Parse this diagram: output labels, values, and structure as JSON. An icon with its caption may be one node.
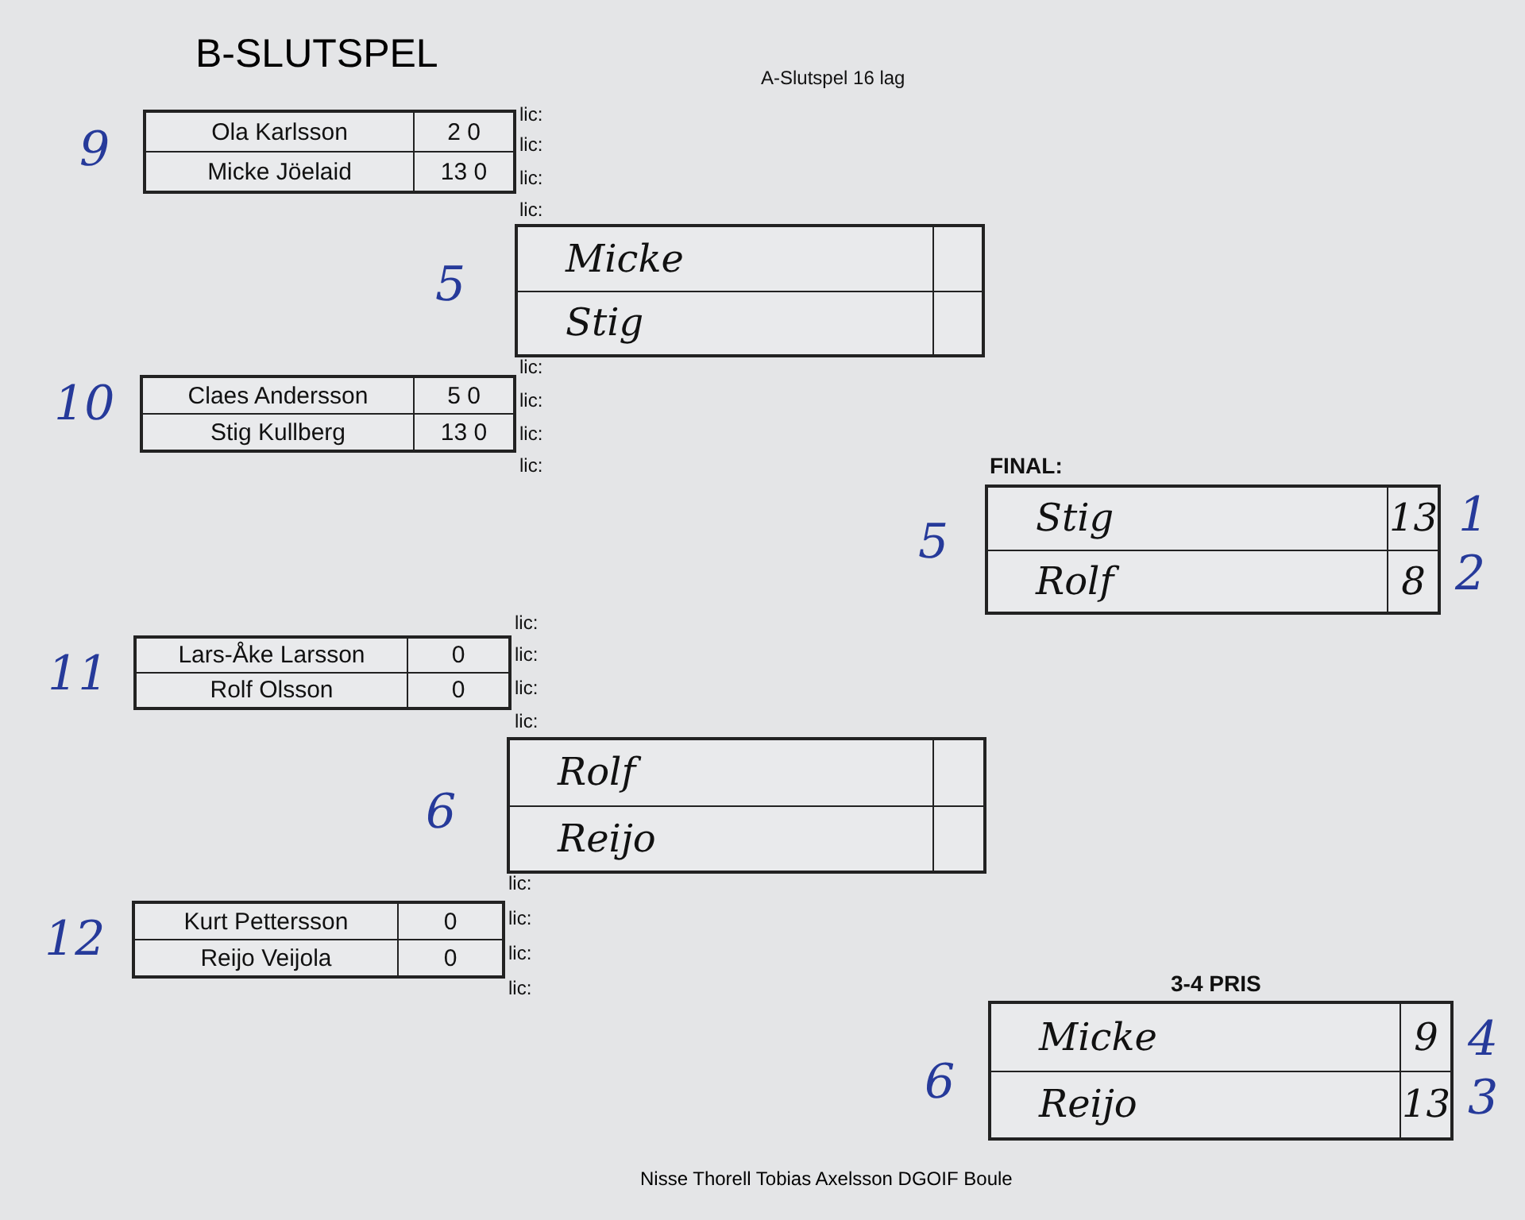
{
  "diagram": {
    "title": "B-SLUTSPEL",
    "caption": "Nisse Thorell Tobias Axelsson DGOIF Boule",
    "nodes": [
      {
        "text": [
          "Ola Karlsson",
          "2 0",
          "Micke Jöelaid",
          "13 0"
        ],
        "beside": [
          "9"
        ]
      },
      {
        "text": [
          "Micke",
          "Stig"
        ],
        "beside": [
          "5"
        ]
      },
      {
        "text": [
          "Claes Andersson",
          "5 0",
          "Stig Kullberg",
          "13 0"
        ],
        "beside": [
          "10"
        ]
      },
      {
        "text": [
          "FINAL:",
          "Stig",
          "13",
          "Rolf",
          "8"
        ],
        "beside": [
          "5",
          "1",
          "2"
        ]
      },
      {
        "text": [
          "Lars-Åke Larsson",
          "0",
          "Rolf Olsson",
          "0"
        ],
        "beside": [
          "11"
        ]
      },
      {
        "text": [
          "Rolf",
          "Reijo"
        ],
        "beside": [
          "6"
        ]
      },
      {
        "text": [
          "Kurt Pettersson",
          "0",
          "Reijo Veijola",
          "0"
        ],
        "beside": [
          "12"
        ]
      },
      {
        "text": [
          "3-4 PRIS",
          "Micke",
          "9",
          "Reijo",
          "13"
        ],
        "beside": [
          "6",
          "4",
          "3"
        ]
      }
    ],
    "labels": [
      "A-Slutspel 16 lag",
      "lic:",
      "lic:",
      "lic:",
      "lic:",
      "lic:",
      "lic:",
      "lic:",
      "lic:",
      "lic:",
      "lic:",
      "lic:",
      "lic:",
      "lic:",
      "lic:",
      "lic:",
      "lic:"
    ]
  }
}
